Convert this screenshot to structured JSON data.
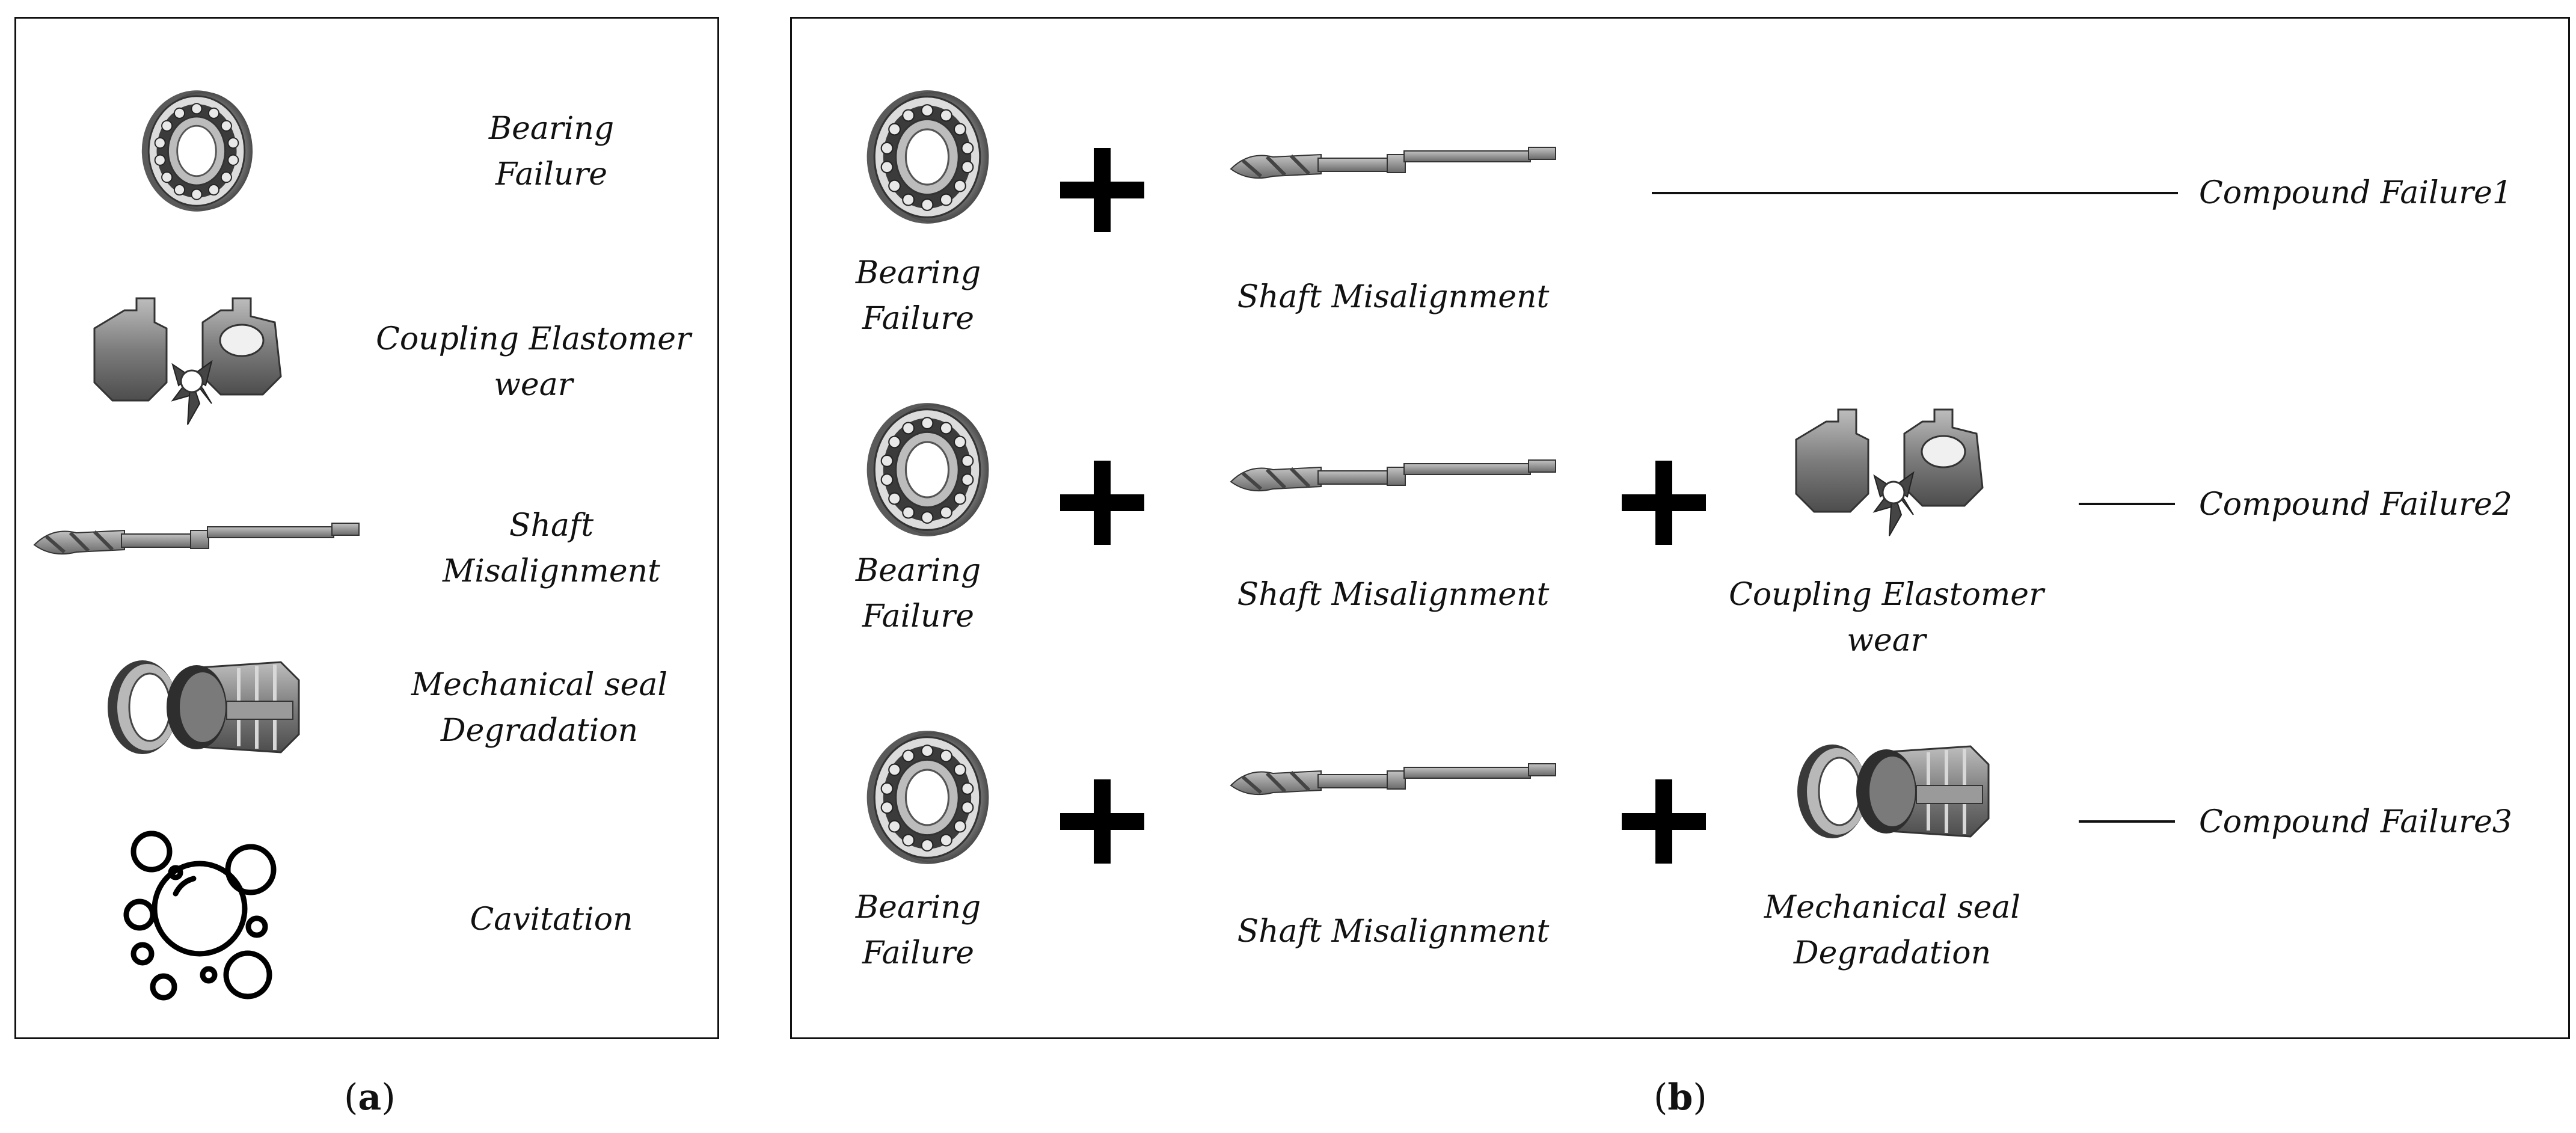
{
  "panel_a": {
    "caption": {
      "open": "(",
      "letter": "a",
      "close": ")"
    },
    "items": [
      {
        "icon": "bearing-icon",
        "line1": "Bearing",
        "line2": "Failure"
      },
      {
        "icon": "coupling-icon",
        "line1": "Coupling Elastomer",
        "line2": "wear"
      },
      {
        "icon": "shaft-icon",
        "line1": "Shaft",
        "line2": "Misalignment"
      },
      {
        "icon": "mechanical-seal-icon",
        "line1": "Mechanical seal",
        "line2": "Degradation"
      },
      {
        "icon": "cavitation-bubbles-icon",
        "line1": "Cavitation"
      }
    ]
  },
  "panel_b": {
    "caption": {
      "open": "(",
      "letter": "b",
      "close": ")"
    },
    "rows": [
      {
        "component1": {
          "line1": "Bearing",
          "line2": "Failure"
        },
        "component2": {
          "line1": "Shaft Misalignment"
        },
        "result": "Compound Failure1"
      },
      {
        "component1": {
          "line1": "Bearing",
          "line2": "Failure"
        },
        "component2": {
          "line1": "Shaft Misalignment"
        },
        "component3": {
          "line1": "Coupling Elastomer",
          "line2": "wear"
        },
        "result": "Compound Failure2"
      },
      {
        "component1": {
          "line1": "Bearing",
          "line2": "Failure"
        },
        "component2": {
          "line1": "Shaft Misalignment"
        },
        "component3": {
          "line1": "Mechanical seal",
          "line2": "Degradation"
        },
        "result": "Compound Failure3"
      }
    ],
    "plus_symbol": "plus-icon"
  },
  "colors": {
    "line": "#111111",
    "metal_dark": "#555555",
    "metal_light": "#c8c8c8",
    "background": "#ffffff"
  }
}
